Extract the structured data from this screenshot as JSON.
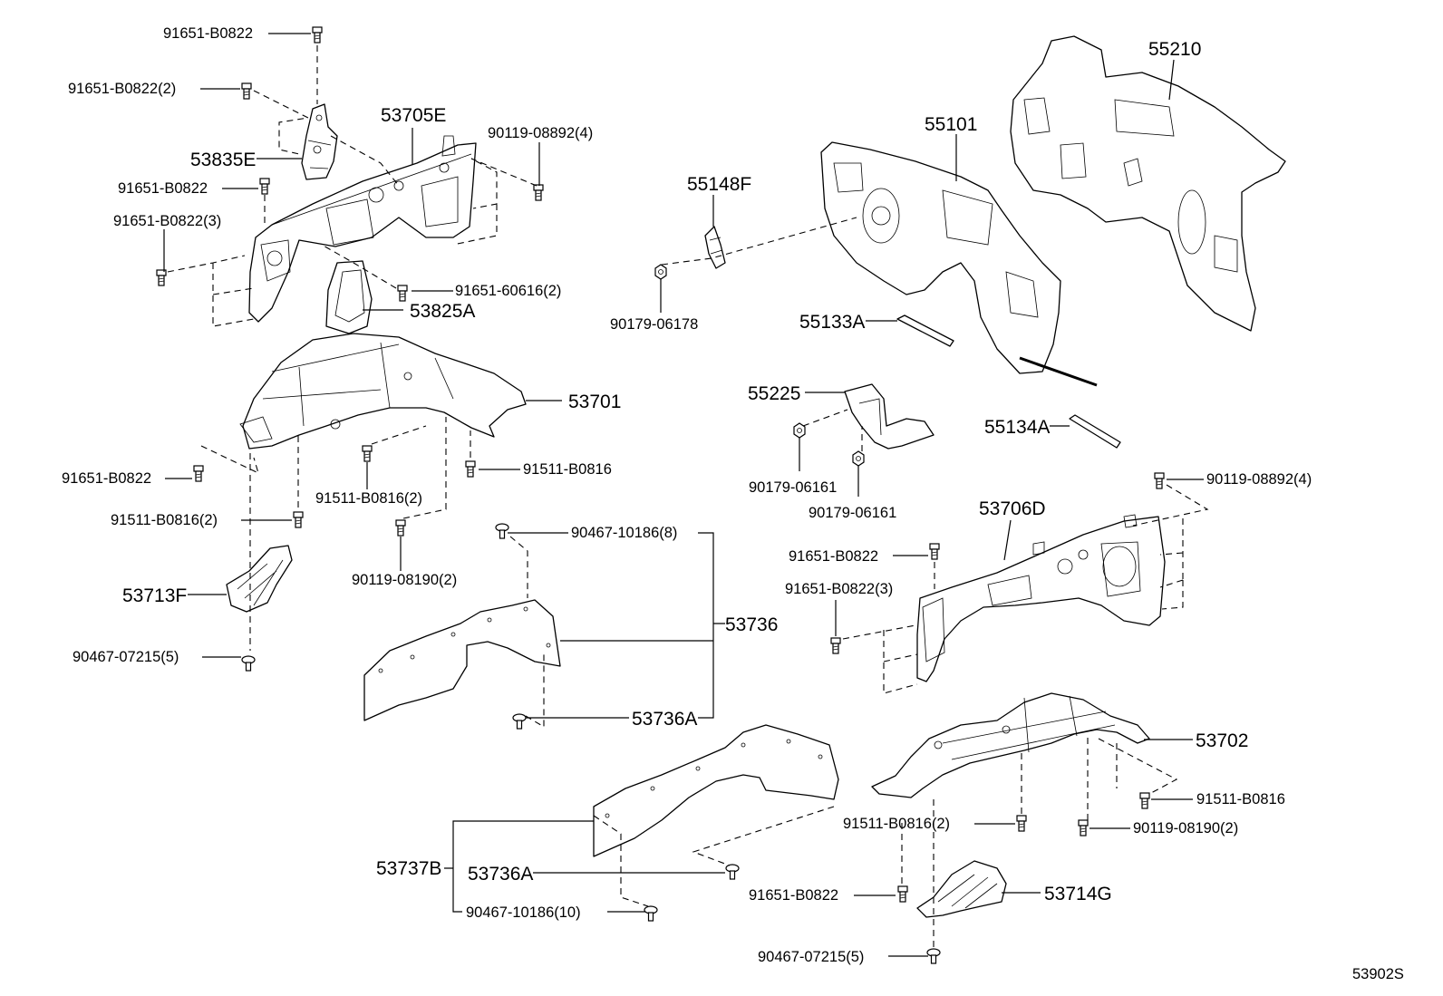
{
  "diagram": {
    "footer_code": "53902S",
    "labels": {
      "l01": "91651-B0822",
      "l02": "91651-B0822(2)",
      "l03": "53705E",
      "l04": "90119-08892(4)",
      "l05": "53835E",
      "l06": "91651-B0822",
      "l07": "91651-B0822(3)",
      "l08": "91651-60616(2)",
      "l09": "53825A",
      "l10": "53701",
      "l11": "91651-B0822",
      "l12": "91511-B0816",
      "l13": "91511-B0816(2)",
      "l14": "91511-B0816(2)",
      "l15": "90119-08190(2)",
      "l16": "53713F",
      "l17": "90467-07215(5)",
      "l18": "90467-10186(8)",
      "l19": "53736",
      "l20": "53736A",
      "l21": "55148F",
      "l22": "90179-06178",
      "l23": "55101",
      "l24": "55210",
      "l25": "55133A",
      "l26": "55225",
      "l27": "90179-06161",
      "l28": "90179-06161",
      "l29": "55134A",
      "l30": "90119-08892(4)",
      "l31": "53706D",
      "l32": "91651-B0822",
      "l33": "91651-B0822(3)",
      "l34": "53702",
      "l35": "91511-B0816",
      "l36": "91511-B0816(2)",
      "l37": "90119-08190(2)",
      "l38": "53737B",
      "l39": "53736A",
      "l40": "90467-10186(10)",
      "l41": "91651-B0822",
      "l42": "53714G",
      "l43": "90467-07215(5)"
    }
  }
}
